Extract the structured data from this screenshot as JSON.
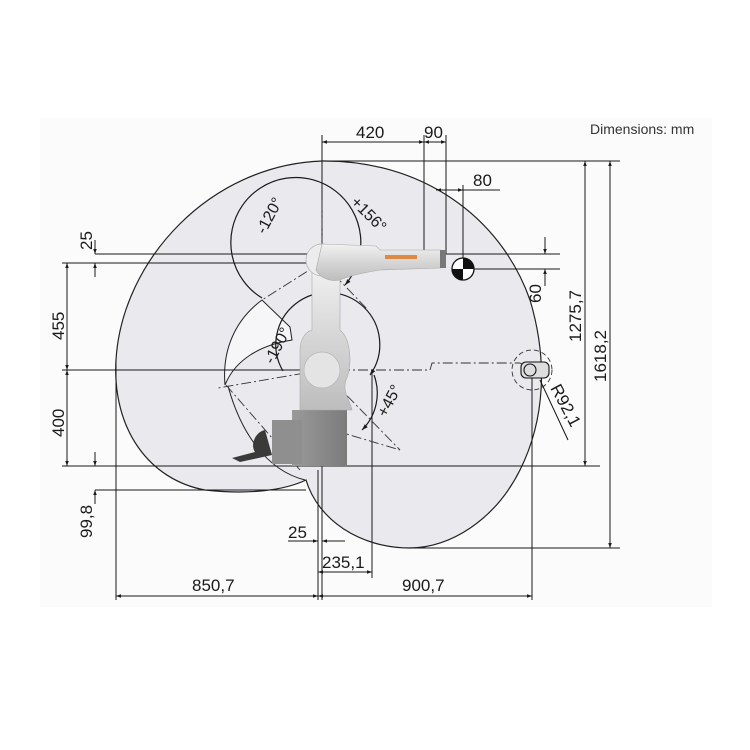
{
  "units_label": "Dimensions: mm",
  "figure": {
    "type": "robot_workspace_side_view",
    "colors": {
      "envelope_fill": "#e9e9ee",
      "line": "#1a1a1a",
      "panel": "#fbfbfb",
      "robot_body": "#d9d9d9",
      "robot_base": "#8a8a8a",
      "logo_accent": "#e07a2a"
    }
  },
  "dimensions": {
    "top": {
      "d420": "420",
      "d90": "90",
      "d80": "80"
    },
    "left": {
      "d25": "25",
      "d455": "455",
      "d400": "400",
      "d99_8": "99,8"
    },
    "right": {
      "d60": "60",
      "d1275_7": "1275,7",
      "d1618_2": "1618,2",
      "radius": "R92,1"
    },
    "bottom": {
      "d25": "25",
      "d235_1": "235,1",
      "d850_7": "850,7",
      "d900_7": "900,7"
    }
  },
  "angles": {
    "a3_neg": "-120°",
    "a3_pos": "+156°",
    "a2_neg": "-190°",
    "a2_pos": "+45°"
  }
}
